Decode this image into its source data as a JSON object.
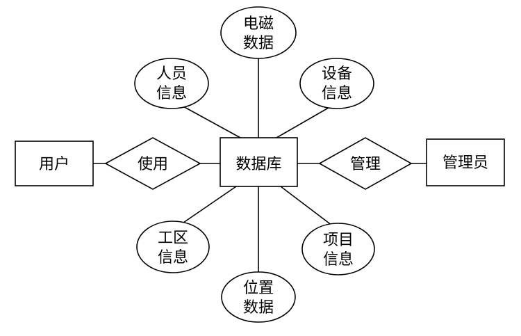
{
  "entities": {
    "user": "用户",
    "database": "数据库",
    "admin": "管理员"
  },
  "relationships": {
    "use": "使用",
    "manage": "管理"
  },
  "attributes": {
    "em_data": [
      "电磁",
      "数据"
    ],
    "personnel_info": [
      "人员",
      "信息"
    ],
    "equipment_info": [
      "设备",
      "信息"
    ],
    "work_area_info": [
      "工区",
      "信息"
    ],
    "location_data": [
      "位置",
      "数据"
    ],
    "project_info": [
      "项目",
      "信息"
    ]
  }
}
